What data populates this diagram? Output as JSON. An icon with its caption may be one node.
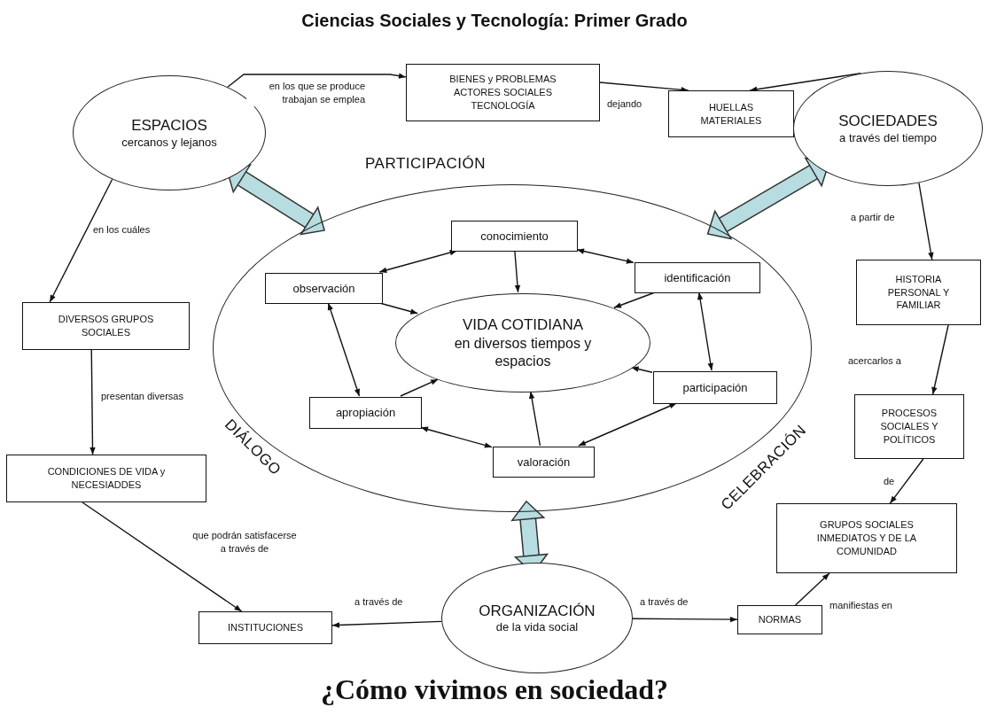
{
  "diagram": {
    "title": "Ciencias Sociales y Tecnología: Primer Grado",
    "caption": "¿Cómo vivimos en sociedad?",
    "nodes": [
      {
        "text": [
          "ESPACIOS",
          "cercanos y lejanos"
        ]
      },
      {
        "text": [
          "BIENES y PROBLEMAS ACTORES SOCIALES TECNOLOGÍA"
        ]
      },
      {
        "text": [
          "HUELLAS MATERIALES"
        ]
      },
      {
        "text": [
          "SOCIEDADES",
          "a través del tiempo"
        ]
      },
      {
        "text": [],
        "shape": "circle",
        "beside": [
          "PARTICIPACIÓN",
          "DIÁLOGO",
          "CELEBRACIÓN"
        ]
      },
      {
        "text": [
          "conocimiento"
        ],
        "in": 4
      },
      {
        "text": [
          "observación"
        ],
        "in": 4
      },
      {
        "text": [
          "identificación"
        ],
        "in": 4
      },
      {
        "text": [
          "VIDA COTIDIANA",
          "en diversos tiempos y espacios"
        ],
        "in": 4
      },
      {
        "text": [
          "apropiación"
        ],
        "in": 4
      },
      {
        "text": [
          "participación"
        ],
        "in": 4
      },
      {
        "text": [
          "valoración"
        ],
        "in": 4
      },
      {
        "text": [
          "ORGANIZACIÓN",
          "de la vida social"
        ]
      },
      {
        "text": [
          "DIVERSOS GRUPOS SOCIALES"
        ]
      },
      {
        "text": [
          "CONDICIONES DE VIDA y NECESIADDES"
        ]
      },
      {
        "text": [
          "INSTITUCIONES"
        ]
      },
      {
        "text": [
          "NORMAS"
        ]
      },
      {
        "text": [
          "HISTORIA PERSONAL Y FAMILIAR"
        ]
      },
      {
        "text": [
          "PROCESOS SOCIALES Y POLÍTICOS"
        ]
      },
      {
        "text": [
          "GRUPOS SOCIALES INMEDIATOS Y DE LA COMUNIDAD"
        ]
      }
    ],
    "edges": [
      {
        "from": 0,
        "to": 1,
        "arrow": "to",
        "label": "en los que se produce trabajan se emplea"
      },
      {
        "from": 1,
        "to": 2,
        "arrow": "to",
        "label": "dejando"
      },
      {
        "from": 3,
        "to": 2,
        "arrow": "to"
      },
      {
        "from": 4,
        "to": 0,
        "arrow": "both",
        "style": "thick",
        "color": "#b7dde0"
      },
      {
        "from": 4,
        "to": 3,
        "arrow": "both",
        "style": "thick",
        "color": "#b7dde0"
      },
      {
        "from": 4,
        "to": 12,
        "arrow": "both",
        "style": "thick",
        "color": "#b7dde0"
      },
      {
        "from": 5,
        "to": 6,
        "arrow": "both"
      },
      {
        "from": 5,
        "to": 8,
        "arrow": "to"
      },
      {
        "from": 5,
        "to": 7,
        "arrow": "both"
      },
      {
        "from": 6,
        "to": 8,
        "arrow": "to"
      },
      {
        "from": 7,
        "to": 8,
        "arrow": "to"
      },
      {
        "from": 6,
        "to": 9,
        "arrow": "both"
      },
      {
        "from": 7,
        "to": 10,
        "arrow": "both"
      },
      {
        "from": 9,
        "to": 8,
        "arrow": "to"
      },
      {
        "from": 10,
        "to": 8,
        "arrow": "to"
      },
      {
        "from": 11,
        "to": 8,
        "arrow": "to"
      },
      {
        "from": 9,
        "to": 11,
        "arrow": "both"
      },
      {
        "from": 11,
        "to": 10,
        "arrow": "both"
      },
      {
        "from": 0,
        "to": 13,
        "arrow": "to",
        "label": "en los cuáles"
      },
      {
        "from": 13,
        "to": 14,
        "arrow": "to",
        "label": "presentan diversas"
      },
      {
        "from": 14,
        "to": 15,
        "arrow": "to",
        "label": "que podrán satisfacerse a través de"
      },
      {
        "from": 12,
        "to": 15,
        "arrow": "to",
        "label": "a través de"
      },
      {
        "from": 12,
        "to": 16,
        "arrow": "to",
        "label": "a través de"
      },
      {
        "from": 16,
        "to": 19,
        "arrow": "to",
        "label": "manifiestas en"
      },
      {
        "from": 3,
        "to": 17,
        "arrow": "to",
        "label": "a partir de"
      },
      {
        "from": 17,
        "to": 18,
        "arrow": "to",
        "label": "acercarlos a"
      },
      {
        "from": 18,
        "to": 19,
        "arrow": "to",
        "label": "de"
      }
    ]
  }
}
